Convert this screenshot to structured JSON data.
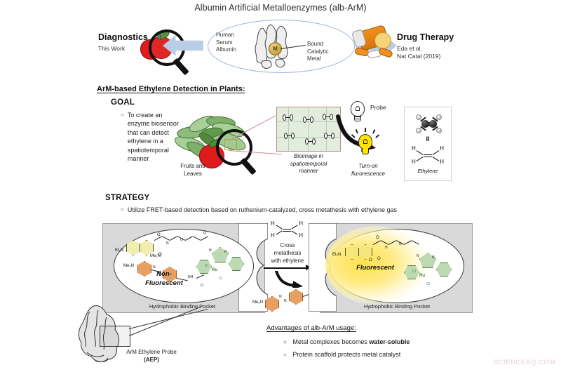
{
  "figure": {
    "title": "Albumin Artificial Metalloenzymes (alb-ArM)"
  },
  "overview": {
    "left": {
      "heading": "Diagnostics",
      "subtitle": "This Work",
      "icon": "magnifier-apple-icon"
    },
    "center": {
      "protein_label": "Human\nSerum\nAlbumin",
      "protein_label_lines": [
        "Human",
        "Serum",
        "Albumin"
      ],
      "metal_glyph": "M",
      "metal_label_lines": [
        "Bound",
        "Catalytic",
        "Metal"
      ]
    },
    "right": {
      "heading": "Drug Therapy",
      "citation_lines": [
        "Eda et al.",
        "Nat Catal (2019)"
      ],
      "icon": "pill-bottle-icon"
    }
  },
  "section_detection": {
    "heading": "ArM-based Ethylene Detection in Plants:",
    "goal": {
      "heading": "GOAL",
      "bullets": [
        "To create an enzyme biosensor that can detect ethylene in a spatiotemporal manner"
      ]
    },
    "plant_caption_lines": [
      "Fruits and",
      "Leaves"
    ],
    "bioimage_caption_lines": [
      "Bioimage in",
      "spatiotemporal",
      "manner"
    ],
    "probe_label": "Probe",
    "fluorescence_caption_lines": [
      "Turn-on",
      "flurorescence"
    ],
    "ethylene_card": {
      "equals": "II",
      "hydrogens": [
        "H",
        "H",
        "H",
        "H"
      ],
      "caption": "Ethylene"
    }
  },
  "section_strategy": {
    "heading": "STRATEGY",
    "bullets": [
      "Utilize FRET-based detection based on ruthenium-catalyzed, cross metathesis with ethylene gas"
    ],
    "left_panel": {
      "state_label_lines": [
        "Non-",
        "Fluorescent"
      ],
      "pocket_caption": "Hydrophobic Binding Pocket",
      "atom_labels": [
        "Et₂N",
        "Me₂N",
        "O",
        "O",
        "O",
        "O",
        "N",
        "H",
        "N",
        "N",
        "N",
        "Cl",
        "Cl",
        "Ru",
        "NH",
        "O"
      ]
    },
    "reaction": {
      "hydrogens": [
        "H",
        "H",
        "H",
        "H"
      ],
      "caption_lines": [
        "Cross",
        "metathesis",
        "with ethylene"
      ]
    },
    "right_panel": {
      "state_label": "Fluorescent",
      "pocket_caption": "Hydrophobic Binding Pocket",
      "atom_labels": [
        "Et₂N",
        "O",
        "O",
        "O",
        "O",
        "N",
        "H",
        "N",
        "N",
        "Cl",
        "Cl",
        "Ru"
      ]
    },
    "byproduct_atom_labels": [
      "Me₂N",
      "N",
      "N",
      "O",
      "NH"
    ],
    "albumin_callout": {
      "pocket_caption": "Hydrophobic Binding Pocket",
      "probe_caption_lines": [
        "ArM Ethylene Probe",
        "(AEP)"
      ]
    }
  },
  "advantages": {
    "heading": "Advantages of alb-ArM usage:",
    "items": [
      {
        "prefix": "Metal complexes becomes ",
        "strong": "water-soluble",
        "suffix": ""
      },
      {
        "prefix": "Protein scaffold protects metal catalyst",
        "strong": "",
        "suffix": ""
      }
    ]
  },
  "watermark": {
    "text": "SCIENCEAQ.COM"
  },
  "colors": {
    "arrow_blue": "#b9cde6",
    "oval_border": "#9db4d8",
    "metal_gold": "#c8a23c",
    "apple_red": "#e01b1b",
    "leaf_green": "#8fbc7c",
    "tissue_green": "#e3eddd",
    "fluor_yellow": "#ffe14d",
    "azo_orange": "#e8a062",
    "coumarin_yellow": "#f2edb0",
    "ru_green": "#bcd9b1",
    "pocket_gray": "#d9d9d9",
    "watermark_pink": "#e8cfcf"
  }
}
